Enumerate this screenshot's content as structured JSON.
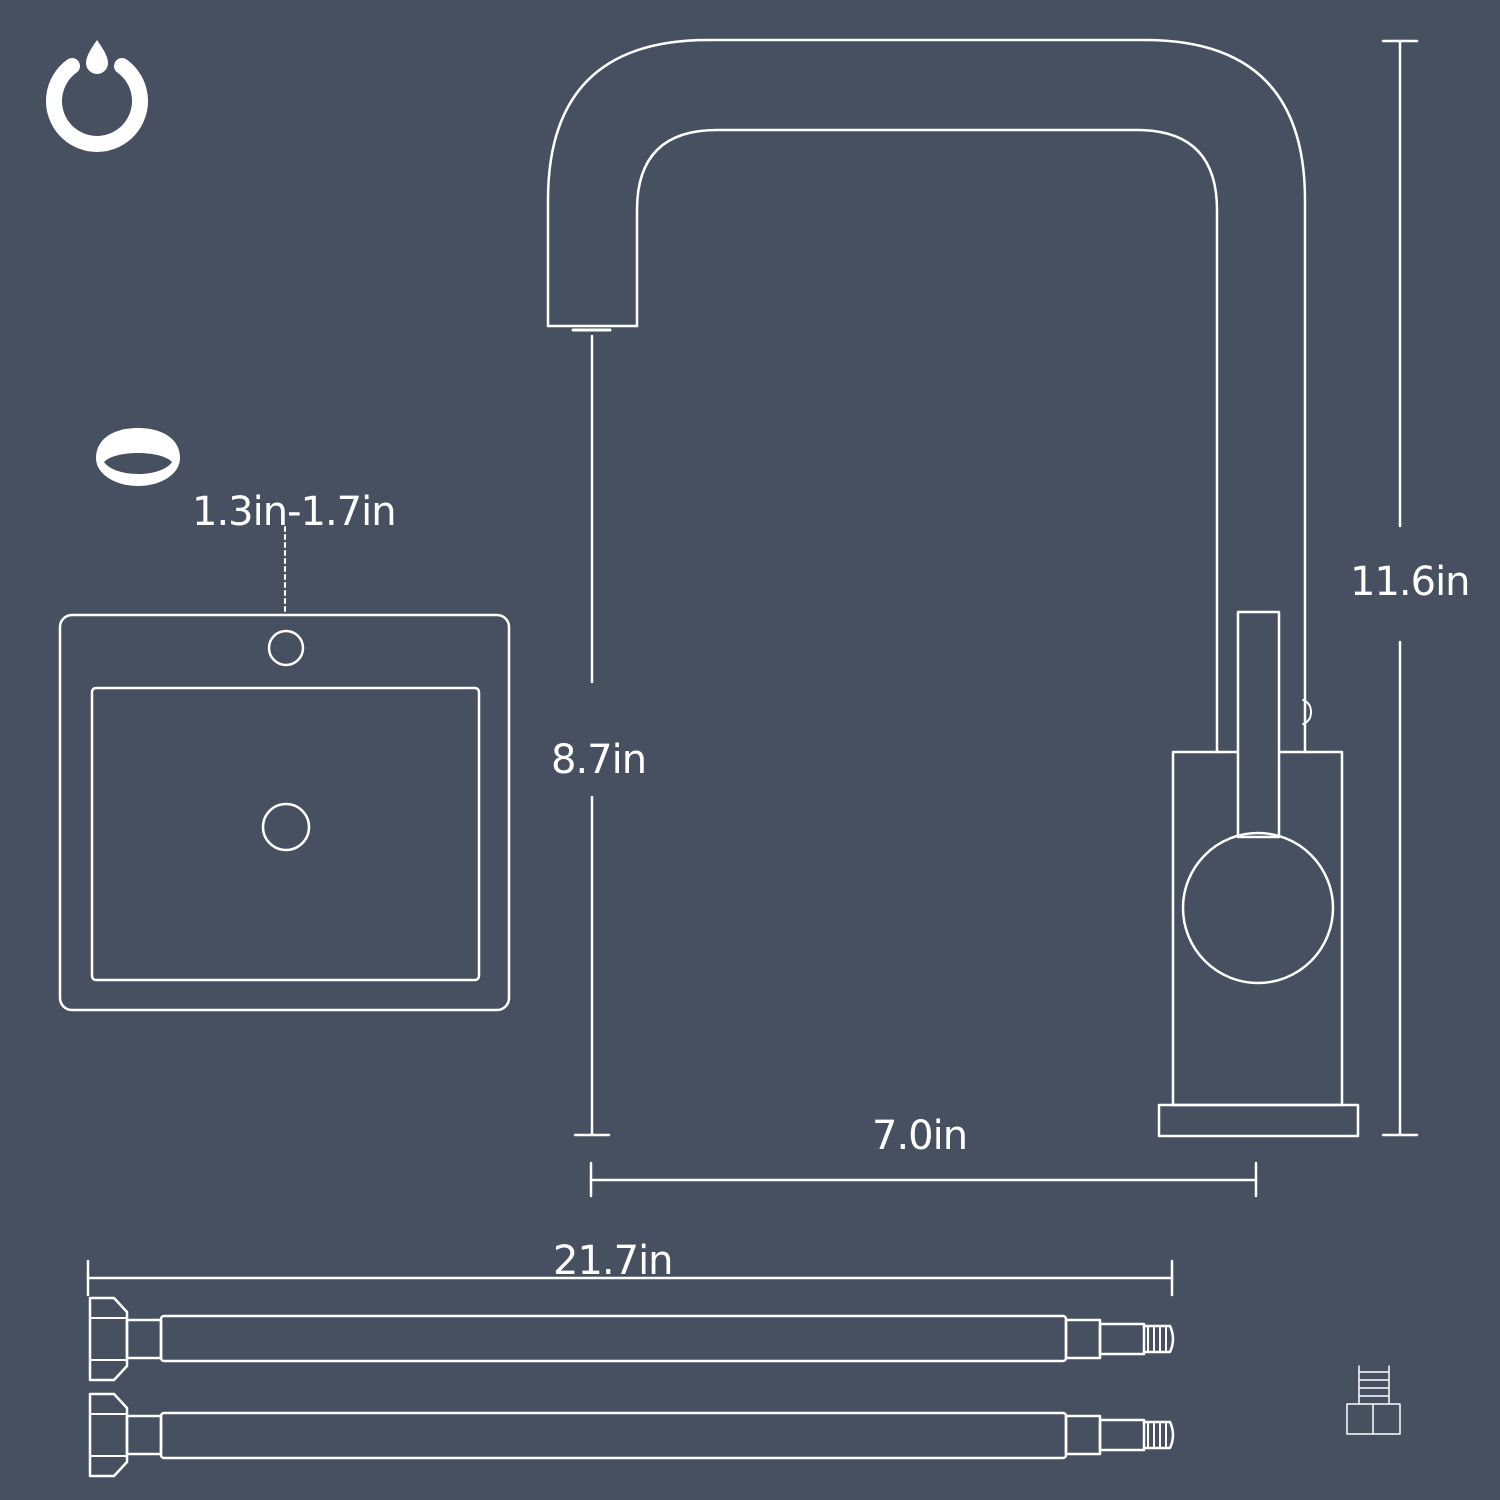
{
  "colors": {
    "background": "#465061",
    "line": "#ffffff"
  },
  "icons": {
    "brand_logo": "water-drop-power-icon",
    "hole_cover": "deck-hole-cover-icon",
    "connector": "hex-nut-connector-icon"
  },
  "dimensions": {
    "hole_diameter": "1.3in-1.7in",
    "spout_height": "8.7in",
    "total_height": "11.6in",
    "spout_reach": "7.0in",
    "hose_length": "21.7in"
  }
}
